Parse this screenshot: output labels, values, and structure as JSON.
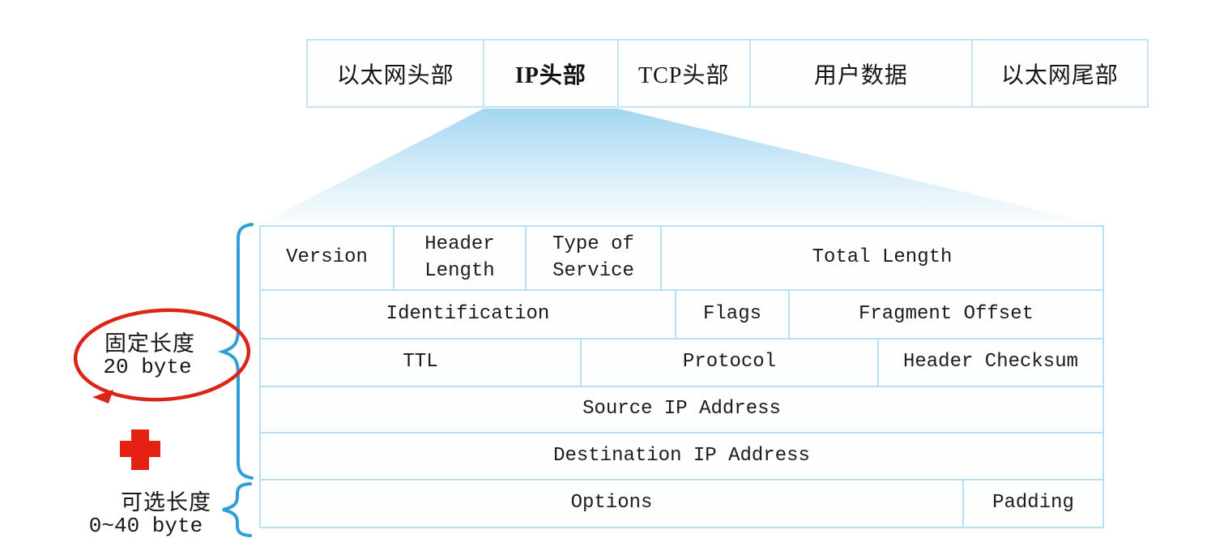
{
  "frame_bar": {
    "segments": [
      {
        "label": "以太网头部",
        "emphasis": false
      },
      {
        "label": "IP头部",
        "emphasis": true
      },
      {
        "label": "TCP头部",
        "emphasis": false
      },
      {
        "label": "用户数据",
        "emphasis": false
      },
      {
        "label": "以太网尾部",
        "emphasis": false
      }
    ]
  },
  "ip_header_table": {
    "rows": [
      {
        "cells": [
          {
            "label": "Version"
          },
          {
            "label": "Header Length"
          },
          {
            "label": "Type of Service"
          },
          {
            "label": "Total Length"
          }
        ]
      },
      {
        "cells": [
          {
            "label": "Identification"
          },
          {
            "label": "Flags"
          },
          {
            "label": "Fragment Offset"
          }
        ]
      },
      {
        "cells": [
          {
            "label": "TTL"
          },
          {
            "label": "Protocol"
          },
          {
            "label": "Header Checksum"
          }
        ]
      },
      {
        "cells": [
          {
            "label": "Source IP Address"
          }
        ]
      },
      {
        "cells": [
          {
            "label": "Destination IP Address"
          }
        ]
      },
      {
        "cells": [
          {
            "label": "Options"
          },
          {
            "label": "Padding"
          }
        ]
      }
    ]
  },
  "annotations": {
    "fixed_length": {
      "line1": "固定长度",
      "line2": "20 byte"
    },
    "optional_length": {
      "line1": "可选长度",
      "line2": "0~40 byte"
    }
  },
  "colors": {
    "table_border": "#b9e0f1",
    "funnel_top": "#a3d6f2",
    "funnel_bottom": "#fbfdfe",
    "brace_blue": "#2f9fd9",
    "annotation_red": "#dd2517"
  }
}
